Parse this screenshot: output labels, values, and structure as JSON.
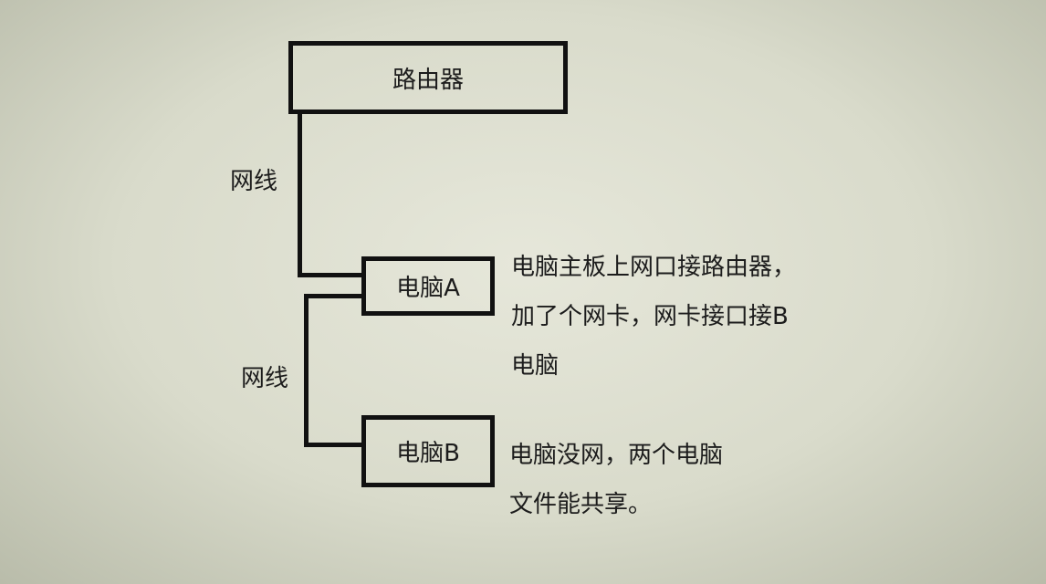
{
  "router": {
    "label": "路由器"
  },
  "cables": {
    "top_label": "网线",
    "bottom_label": "网线"
  },
  "computer_a": {
    "label": "电脑A",
    "note_lines": [
      "电脑主板上网口接路由器，",
      "加了个网卡，网卡接口接B",
      "电脑"
    ]
  },
  "computer_b": {
    "label": "电脑B",
    "note_lines": [
      "电脑没网，两个电脑",
      "文件能共享。"
    ]
  },
  "colors": {
    "line": "#111111",
    "background": "#dfe0d1"
  }
}
